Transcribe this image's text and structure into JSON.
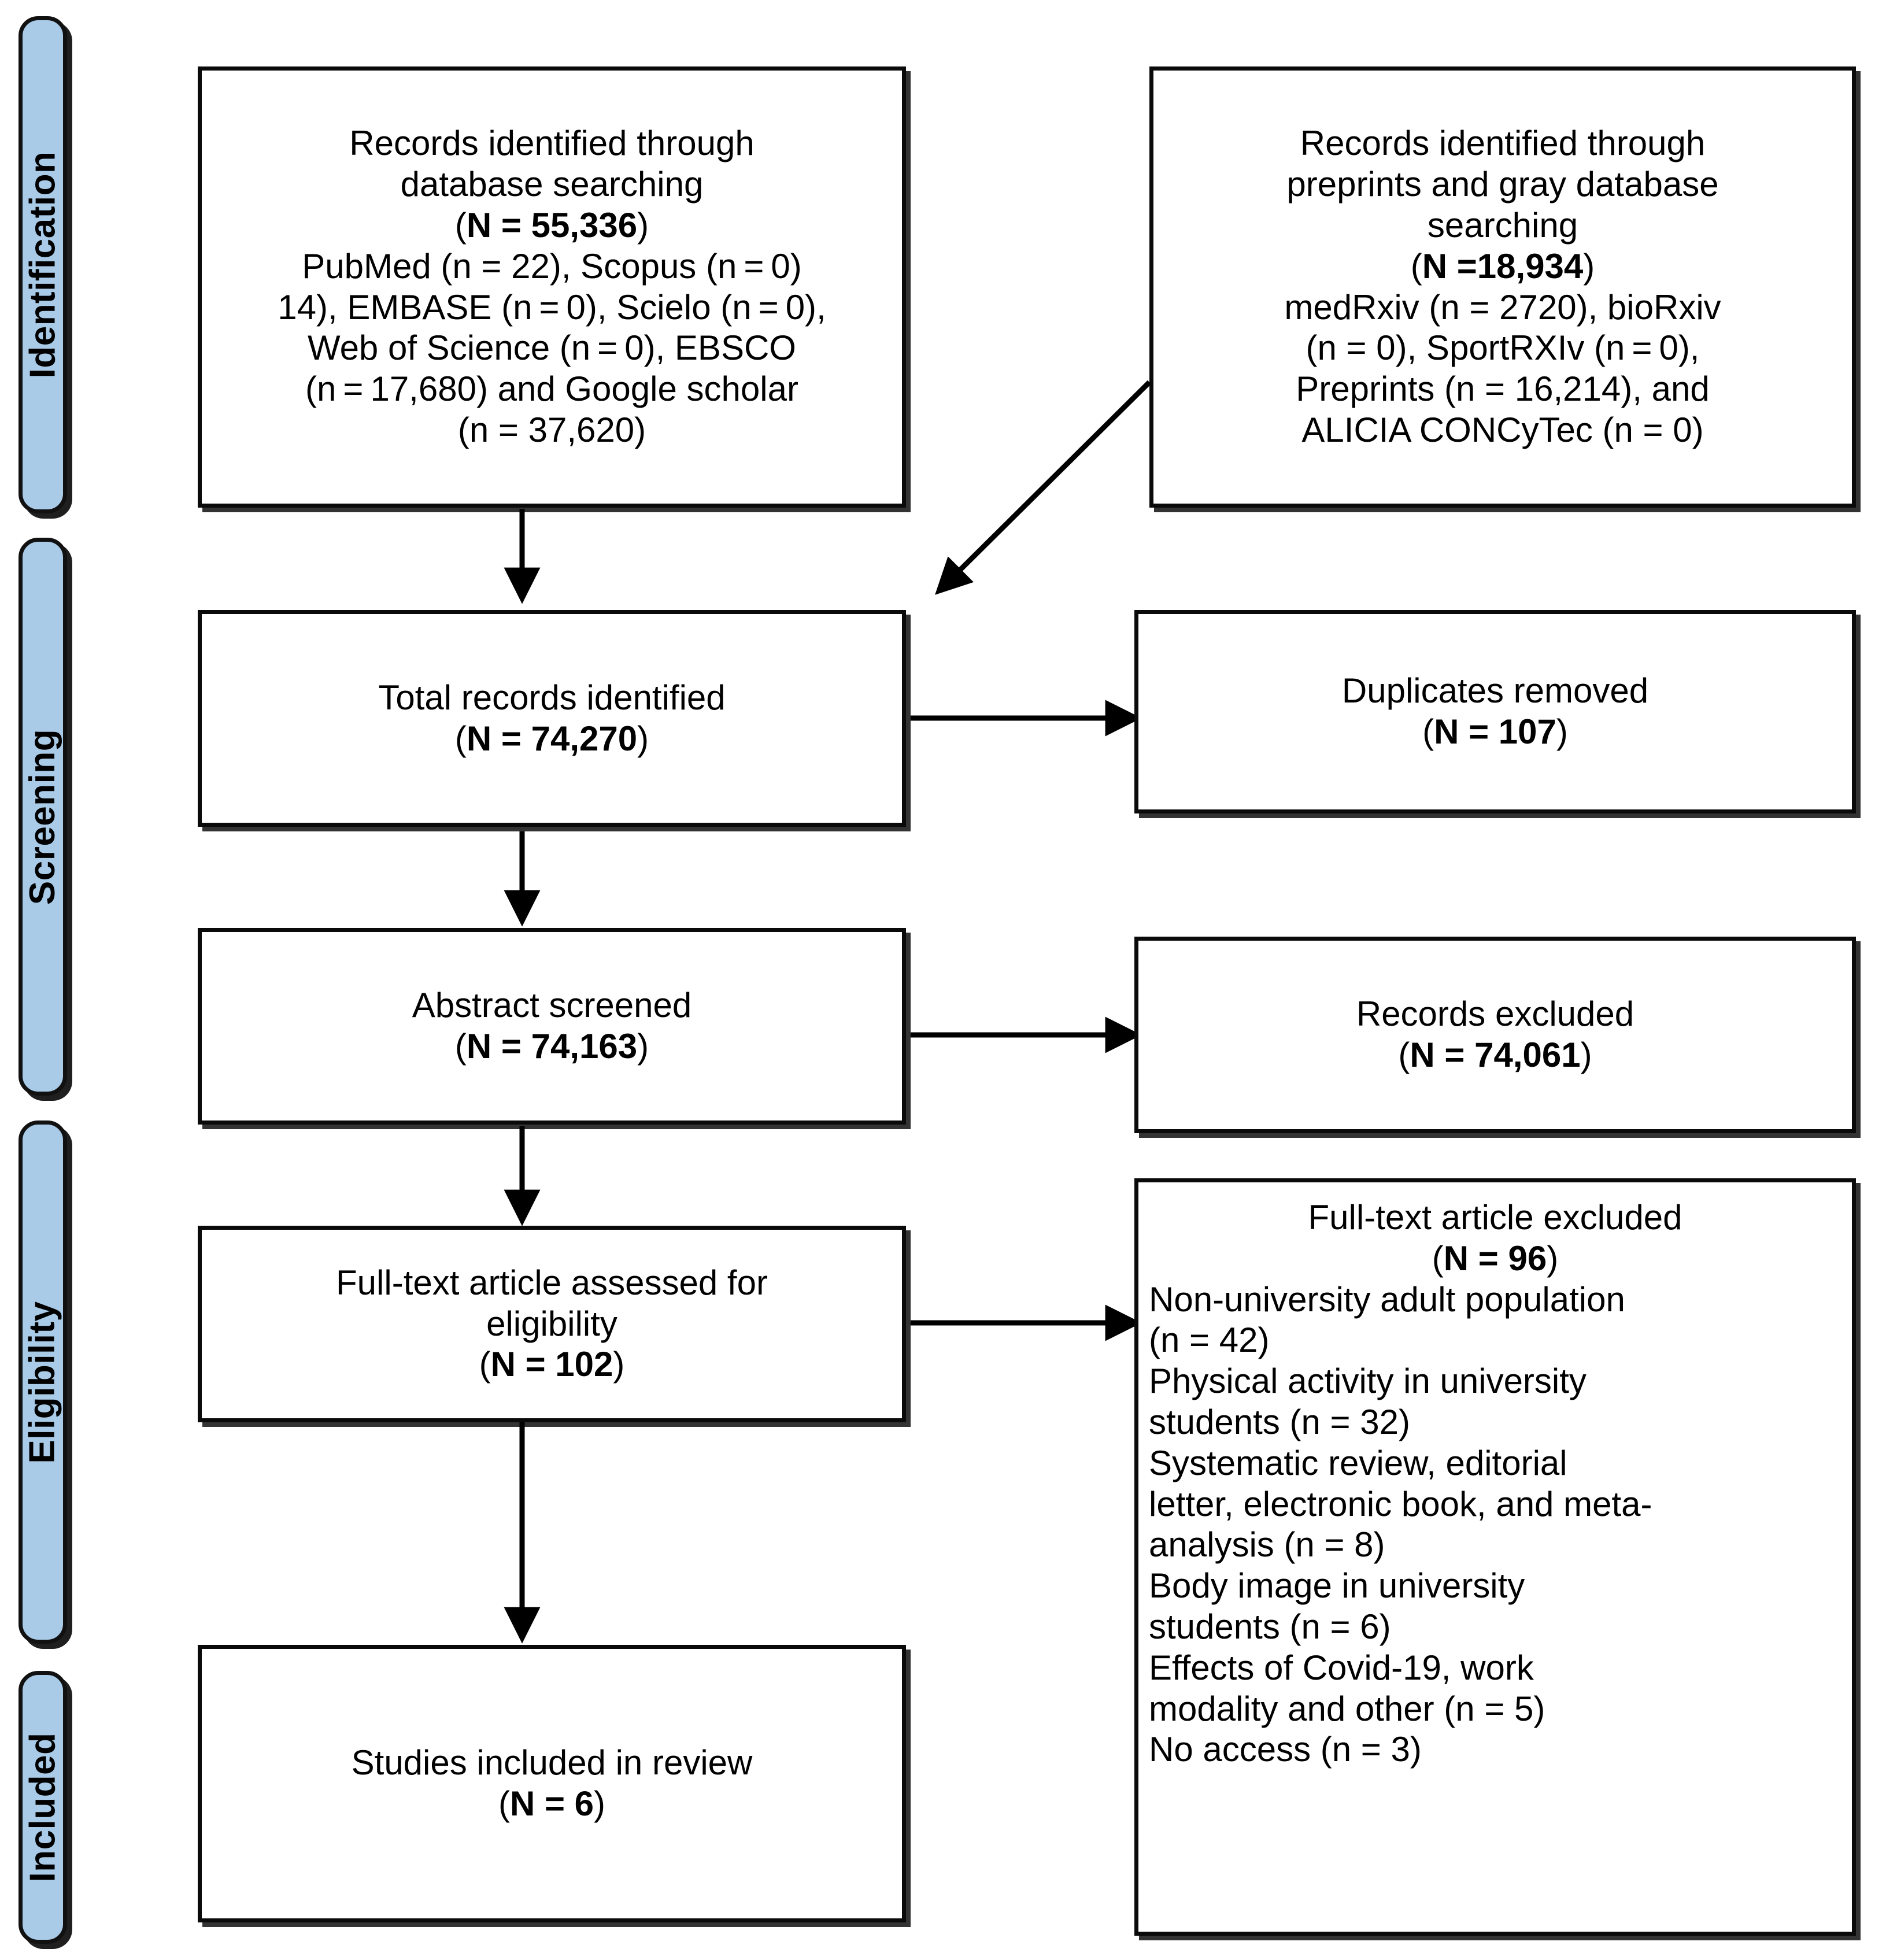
{
  "diagram": {
    "type": "prisma-flow-diagram",
    "accent_color": "#a9cbe8",
    "line_color": "#000000",
    "box_border_color": "#0a0a0a",
    "background": "#ffffff"
  },
  "phases": [
    {
      "id": "identification",
      "label": "Identification"
    },
    {
      "id": "screening",
      "label": "Screening"
    },
    {
      "id": "eligibility",
      "label": "Eligibility"
    },
    {
      "id": "included",
      "label": "Included"
    }
  ],
  "boxes": {
    "db_search": {
      "id": "records-identified-database",
      "lines": [
        {
          "text": "Records identified through",
          "align": "center",
          "bold": false
        },
        {
          "text": "database searching",
          "align": "center",
          "bold": false
        },
        {
          "text": "(N = 55,336)",
          "align": "center",
          "bold": "partial"
        },
        {
          "text": "PubMed (n = 22), Scopus (n = 0)",
          "align": "center",
          "bold": false
        },
        {
          "text": "14), EMBASE (n = 0), Scielo (n = 0),",
          "align": "center",
          "bold": false
        },
        {
          "text": "Web of Science (n = 0), EBSCO",
          "align": "center",
          "bold": false
        },
        {
          "text": "(n = 17,680) and Google scholar",
          "align": "center",
          "bold": false
        },
        {
          "text": "(n = 37,620)",
          "align": "center",
          "bold": false
        }
      ],
      "total_label": "N",
      "total_value": "55,336",
      "sources": [
        {
          "name": "PubMed",
          "n": 22
        },
        {
          "name": "Scopus",
          "n": 0
        },
        {
          "name": "EMBASE",
          "n": 0
        },
        {
          "name": "Scielo",
          "n": 0
        },
        {
          "name": "Web of Science",
          "n": 0
        },
        {
          "name": "EBSCO",
          "n": 17680
        },
        {
          "name": "Google scholar",
          "n": 37620
        }
      ]
    },
    "gray_search": {
      "id": "records-identified-preprints-gray",
      "lines": [
        {
          "text": "Records identified through",
          "align": "center",
          "bold": false
        },
        {
          "text": "preprints and gray database",
          "align": "center",
          "bold": false
        },
        {
          "text": "searching",
          "align": "center",
          "bold": false
        },
        {
          "text": "(N =18,934)",
          "align": "center",
          "bold": "partial"
        },
        {
          "text": "medRxiv (n = 2720), bioRxiv",
          "align": "center",
          "bold": false
        },
        {
          "text": "(n = 0), SportRXIv (n = 0),",
          "align": "center",
          "bold": false
        },
        {
          "text": "Preprints (n = 16,214), and",
          "align": "center",
          "bold": false
        },
        {
          "text": "ALICIA CONCyTec (n = 0)",
          "align": "center",
          "bold": false
        }
      ],
      "total_label": "N",
      "total_value": "18,934",
      "sources": [
        {
          "name": "medRxiv",
          "n": 2720
        },
        {
          "name": "bioRxiv",
          "n": 0
        },
        {
          "name": "SportRXIv",
          "n": 0
        },
        {
          "name": "Preprints",
          "n": 16214
        },
        {
          "name": "ALICIA CONCyTec",
          "n": 0
        }
      ]
    },
    "total_records": {
      "id": "total-records-identified",
      "lines": [
        {
          "text": "Total records identified",
          "align": "center",
          "bold": false
        },
        {
          "text": "(N = 74,270)",
          "align": "center",
          "bold": "partial"
        }
      ],
      "total_label": "N",
      "total_value": "74,270"
    },
    "duplicates": {
      "id": "duplicates-removed",
      "lines": [
        {
          "text": "Duplicates removed",
          "align": "center",
          "bold": false
        },
        {
          "text": "(N = 107)",
          "align": "center",
          "bold": "partial"
        }
      ],
      "total_label": "N",
      "total_value": "107"
    },
    "abstract_screened": {
      "id": "abstract-screened",
      "lines": [
        {
          "text": "Abstract screened",
          "align": "center",
          "bold": false
        },
        {
          "text": "(N = 74,163)",
          "align": "center",
          "bold": "partial"
        }
      ],
      "total_label": "N",
      "total_value": "74,163"
    },
    "records_excluded": {
      "id": "records-excluded",
      "lines": [
        {
          "text": "Records excluded",
          "align": "center",
          "bold": false
        },
        {
          "text": "(N = 74,061)",
          "align": "center",
          "bold": "partial"
        }
      ],
      "total_label": "N",
      "total_value": "74,061"
    },
    "fulltext_assessed": {
      "id": "fulltext-article-assessed",
      "lines": [
        {
          "text": "Full-text article assessed for",
          "align": "center",
          "bold": false
        },
        {
          "text": "eligibility",
          "align": "center",
          "bold": false
        },
        {
          "text": "(N = 102)",
          "align": "center",
          "bold": "partial"
        }
      ],
      "total_label": "N",
      "total_value": "102"
    },
    "fulltext_excluded": {
      "id": "fulltext-article-excluded",
      "lines": [
        {
          "text": "Full-text article excluded",
          "align": "center",
          "bold": false
        },
        {
          "text": "(N = 96)",
          "align": "center",
          "bold": "partial"
        },
        {
          "text": "Non-university adult population",
          "align": "left",
          "bold": false
        },
        {
          "text": "(n = 42)",
          "align": "left",
          "bold": false
        },
        {
          "text": "Physical activity in university",
          "align": "left",
          "bold": false
        },
        {
          "text": "students (n = 32)",
          "align": "left",
          "bold": false
        },
        {
          "text": "Systematic review, editorial",
          "align": "left",
          "bold": false
        },
        {
          "text": "letter, electronic book, and meta-",
          "align": "left",
          "bold": false
        },
        {
          "text": "analysis (n = 8)",
          "align": "left",
          "bold": false
        },
        {
          "text": "Body image in university",
          "align": "left",
          "bold": false
        },
        {
          "text": "students (n = 6)",
          "align": "left",
          "bold": false
        },
        {
          "text": "Effects of Covid-19, work",
          "align": "left",
          "bold": false
        },
        {
          "text": "modality and other (n = 5)",
          "align": "left",
          "bold": false
        },
        {
          "text": "No access (n = 3)",
          "align": "left",
          "bold": false
        }
      ],
      "total_label": "N",
      "total_value": "96",
      "reasons": [
        {
          "reason": "Non-university adult population",
          "n": 42
        },
        {
          "reason": "Physical activity in university students",
          "n": 32
        },
        {
          "reason": "Systematic review, editorial letter, electronic book, and meta-analysis",
          "n": 8
        },
        {
          "reason": "Body image in university students",
          "n": 6
        },
        {
          "reason": "Effects of Covid-19, work modality and other",
          "n": 5
        },
        {
          "reason": "No access",
          "n": 3
        }
      ]
    },
    "studies_included": {
      "id": "studies-included-in-review",
      "lines": [
        {
          "text": "Studies included in review",
          "align": "center",
          "bold": false
        },
        {
          "text": "(N = 6)",
          "align": "center",
          "bold": "partial"
        }
      ],
      "total_label": "N",
      "total_value": "6"
    }
  }
}
